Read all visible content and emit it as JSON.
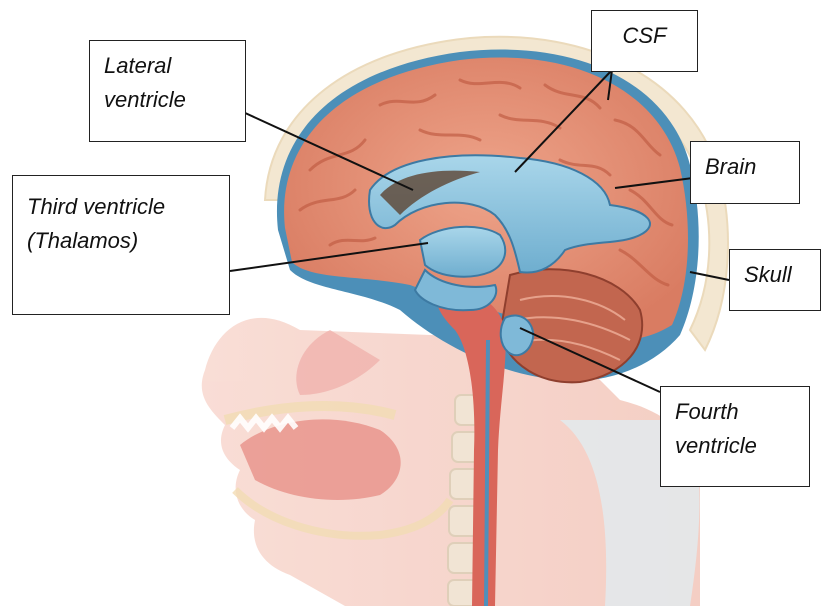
{
  "diagram": {
    "colors": {
      "brain": "#e8957b",
      "brain_dark": "#c7644c",
      "csf": "#8cc3de",
      "csf_outline": "#3d7aa3",
      "face": "#f4c8bd",
      "spine": "#d9765e",
      "skull": "#f1e3c9"
    },
    "labels": {
      "lateral_ventricle": {
        "line1": "Lateral",
        "line2": "ventricle"
      },
      "csf": {
        "line1": "CSF"
      },
      "brain": {
        "line1": "Brain"
      },
      "third_ventricle": {
        "line1": "Third ventricle",
        "line2": "(Thalamos)"
      },
      "skull": {
        "line1": "Skull"
      },
      "fourth_ventricle": {
        "line1": "Fourth",
        "line2": "ventricle"
      }
    }
  }
}
